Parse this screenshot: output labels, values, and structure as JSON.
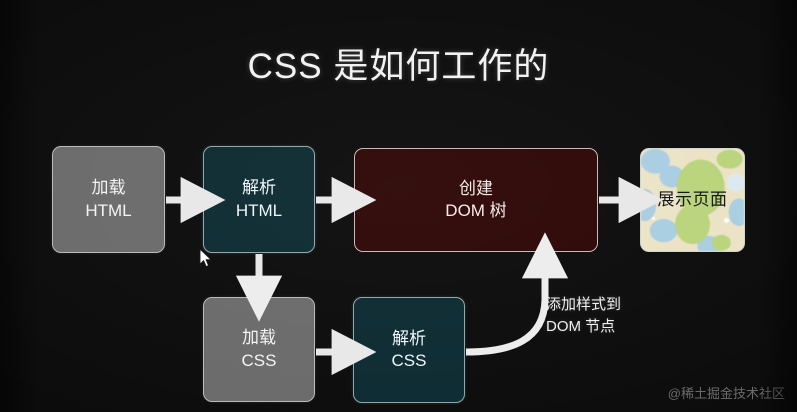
{
  "page": {
    "title": "CSS 是如何工作的",
    "background_color": "#0c0c0c",
    "watermark": "@稀土掘金技术社区"
  },
  "colors": {
    "gray_node": "#6b6b6b",
    "teal_node": "#0d2b32",
    "maroon_node": "#2d0705",
    "node_border": "#b9b9b9",
    "arrow": "#e8e8e8",
    "text": "#f2f2f2",
    "picture_cream": "#ece3c6",
    "picture_green": "#b9d47c",
    "picture_blue": "#a9cde2"
  },
  "diagram": {
    "nodes": [
      {
        "id": "load-html",
        "line1": "加载",
        "line2": "HTML",
        "style": "gray"
      },
      {
        "id": "parse-html",
        "line1": "解析",
        "line2": "HTML",
        "style": "teal"
      },
      {
        "id": "create-dom",
        "line1": "创建",
        "line2": "DOM 树",
        "style": "maroon"
      },
      {
        "id": "render-page",
        "line1": "展示页面",
        "line2": "",
        "style": "picture"
      },
      {
        "id": "load-css",
        "line1": "加载",
        "line2": "CSS",
        "style": "gray"
      },
      {
        "id": "parse-css",
        "line1": "解析",
        "line2": "CSS",
        "style": "teal"
      }
    ],
    "curve_label": {
      "line1": "添加样式到",
      "line2": "DOM 节点"
    }
  }
}
